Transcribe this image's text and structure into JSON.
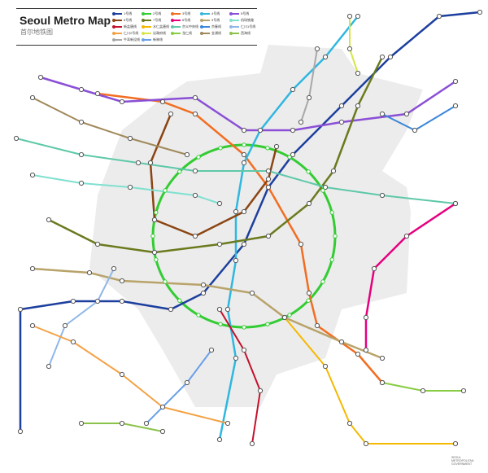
{
  "title": "Seoul Metro Map",
  "subtitle": "首尔地铁图",
  "legend": [
    {
      "label": "1号线",
      "color": "#1d3f9e"
    },
    {
      "label": "2号线",
      "color": "#33cc33"
    },
    {
      "label": "3号线",
      "color": "#f26d21"
    },
    {
      "label": "4号线",
      "color": "#2fb7e0"
    },
    {
      "label": "5号线",
      "color": "#8a4fd6"
    },
    {
      "label": "6号线",
      "color": "#8b4513"
    },
    {
      "label": "7号线",
      "color": "#6b7a1e"
    },
    {
      "label": "8号线",
      "color": "#e6007e"
    },
    {
      "label": "9号线",
      "color": "#b8a36a"
    },
    {
      "label": "机场铁路",
      "color": "#7fe0d0"
    },
    {
      "label": "新盆唐线",
      "color": "#c3112b"
    },
    {
      "label": "水仁盆唐线",
      "color": "#f5b800"
    },
    {
      "label": "京义中央线",
      "color": "#5ec8a8"
    },
    {
      "label": "京春线",
      "color": "#3b87d8"
    },
    {
      "label": "仁川1号线",
      "color": "#8fb7e8"
    },
    {
      "label": "仁川2号线",
      "color": "#f4a144"
    },
    {
      "label": "议政府线",
      "color": "#d6e64a"
    },
    {
      "label": "龙仁线",
      "color": "#88cc44"
    },
    {
      "label": "金浦线",
      "color": "#a0895a"
    },
    {
      "label": "西海线",
      "color": "#8bc34a"
    },
    {
      "label": "牛耳新设线",
      "color": "#a8a8a8"
    },
    {
      "label": "新林线",
      "color": "#6aa0e8"
    }
  ],
  "footer": "SEOUL METROPOLITAN GOVERNMENT"
}
